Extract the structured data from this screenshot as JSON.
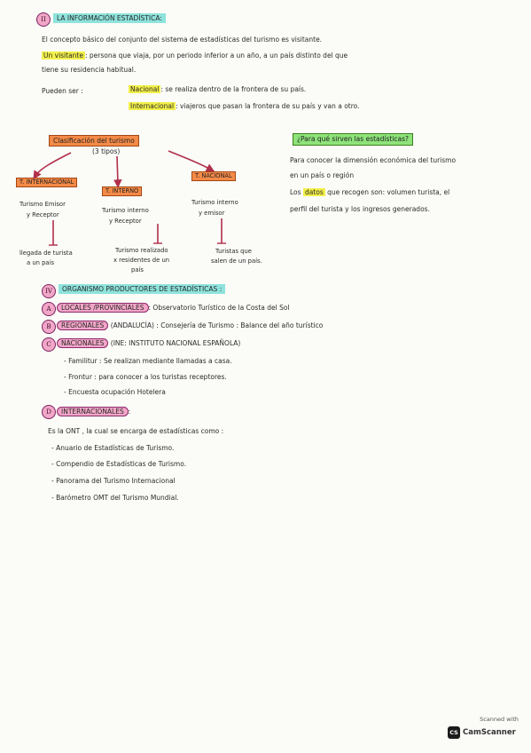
{
  "section2": {
    "number": "II",
    "title": "LA INFORMACIÓN ESTADÍSTICA:",
    "intro": "El concepto básico del conjunto del sistema de estadísticas del turismo es visitante.",
    "visitante_term": "Un visitante",
    "visitante_def_1": ": persona que viaja, por un periodo inferior a un año, a un país distinto del que",
    "visitante_def_2": "tiene su residencia habitual.",
    "pueden_ser": "Pueden ser :",
    "nacional_term": "Nacional",
    "nacional_def": ": se realiza dentro de la frontera de su país.",
    "internacional_term": "Internacional",
    "internacional_def": ": viajeros que pasan la frontera de su país y van a otro."
  },
  "classification": {
    "title": "Clasificación del turismo",
    "subtitle": "(3 tipos)",
    "types": [
      {
        "label": "T. INTERNACIONAL",
        "desc_1": "Turismo Emisor",
        "desc_2": "y Receptor",
        "note_1": "llegada de turista",
        "note_2": "a un país"
      },
      {
        "label": "T. INTERNO",
        "desc_1": "Turismo interno",
        "desc_2": "y Receptor",
        "note_1": "Turismo realizado",
        "note_2": "x residentes de un",
        "note_3": "país"
      },
      {
        "label": "T. NACIONAL",
        "desc_1": "Turismo interno",
        "desc_2": "y emisor",
        "note_1": "Turistas que",
        "note_2": "salen de un país."
      }
    ]
  },
  "estadisticas": {
    "question": "¿Para qué sirven las estadísticas?",
    "answer_1": "Para conocer la dimensión económica del turismo",
    "answer_2": "en un país o región",
    "datos_pre": "Los",
    "datos_word": "datos",
    "answer_3": "que recogen son: volumen turista, el",
    "answer_4": "perfil del turista y los ingresos generados."
  },
  "section4": {
    "number": "IV",
    "title": "ORGANISMO PRODUCTORES DE ESTADÍSTICAS :",
    "items": [
      {
        "letter": "A",
        "label": "LOCALES /PROVINCIALES",
        "text": ": Observatorio Turístico de la Costa del Sol"
      },
      {
        "letter": "B",
        "label": "REGIONALES",
        "text": "(ANDALUCÍA) : Consejería de Turismo : Balance del año turístico"
      },
      {
        "letter": "C",
        "label": "NACIONALES",
        "text": "(INE: INSTITUTO NACIONAL ESPAÑOLA)"
      }
    ],
    "nacionales_list": [
      "- Familitur : Se realizan mediante llamadas a casa.",
      "- Frontur : para conocer a los turistas receptores.",
      "- Encuesta ocupación Hotelera"
    ],
    "internacionales": {
      "letter": "D",
      "label": "INTERNACIONALES",
      "suffix": ":"
    },
    "ont_intro": "Es la ONT , la cual se encarga de estadísticas como :",
    "ont_list": [
      "- Anuario de Estadísticas de Turismo.",
      "- Compendio de Estadísticas de Turismo.",
      "- Panorama del Turismo Internacional",
      "- Barómetro OMT del Turismo Mundial."
    ]
  },
  "watermark": {
    "scanned": "Scanned with",
    "app": "CamScanner",
    "logo": "CS"
  },
  "colors": {
    "yellow": "#f3f04a",
    "green": "#8ee37a",
    "orange": "#f48a47",
    "teal": "#8ee3dc",
    "pink": "#f2a6c8",
    "arrow": "#b0304a"
  }
}
